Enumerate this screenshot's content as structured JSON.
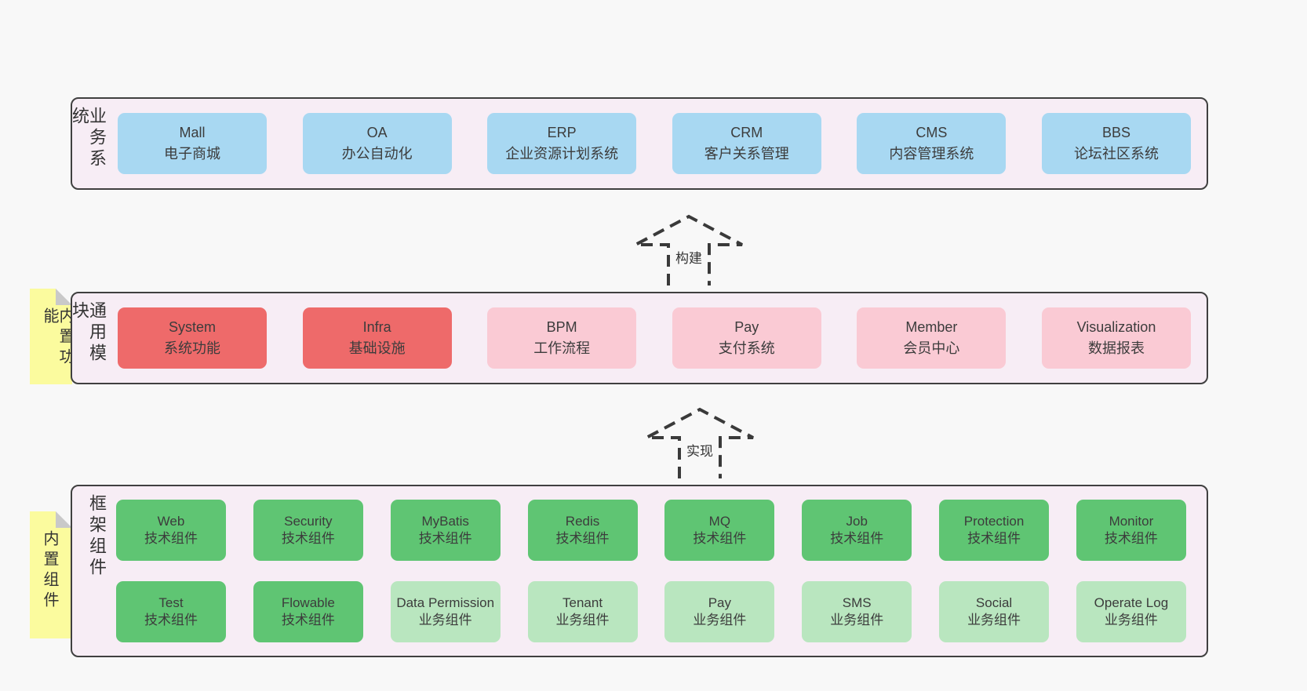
{
  "colors": {
    "page_bg": "#f8f8f8",
    "band_bg": "#f7edf5",
    "band_border": "#404040",
    "text": "#3c3c3c",
    "blue": "#a8d8f2",
    "red": "#ee6a6a",
    "pink": "#facad4",
    "green_dark": "#5fc573",
    "green_light": "#b9e6bf",
    "sticky_yellow": "#fbfb9e",
    "sticky_fold": "#c9c9c9",
    "arrow_stroke": "#3a3a3a"
  },
  "arrows": {
    "build": "构建",
    "implement": "实现"
  },
  "bands": {
    "business": {
      "label": "业务系统",
      "boxes": [
        {
          "name": "Mall",
          "desc": "电子商城"
        },
        {
          "name": "OA",
          "desc": "办公自动化"
        },
        {
          "name": "ERP",
          "desc": "企业资源计划系统"
        },
        {
          "name": "CRM",
          "desc": "客户关系管理"
        },
        {
          "name": "CMS",
          "desc": "内容管理系统"
        },
        {
          "name": "BBS",
          "desc": "论坛社区系统"
        }
      ]
    },
    "modules": {
      "label": "通用模块",
      "sticky": "内置功能",
      "boxes": [
        {
          "name": "System",
          "desc": "系统功能",
          "type": "red"
        },
        {
          "name": "Infra",
          "desc": "基础设施",
          "type": "red"
        },
        {
          "name": "BPM",
          "desc": "工作流程",
          "type": "pink"
        },
        {
          "name": "Pay",
          "desc": "支付系统",
          "type": "pink"
        },
        {
          "name": "Member",
          "desc": "会员中心",
          "type": "pink"
        },
        {
          "name": "Visualization",
          "desc": "数据报表",
          "type": "pink"
        }
      ]
    },
    "components": {
      "label": "框架组件",
      "sticky": "内置组件",
      "row1": [
        {
          "name": "Web",
          "desc": "技术组件",
          "type": "green_dark"
        },
        {
          "name": "Security",
          "desc": "技术组件",
          "type": "green_dark"
        },
        {
          "name": "MyBatis",
          "desc": "技术组件",
          "type": "green_dark"
        },
        {
          "name": "Redis",
          "desc": "技术组件",
          "type": "green_dark"
        },
        {
          "name": "MQ",
          "desc": "技术组件",
          "type": "green_dark"
        },
        {
          "name": "Job",
          "desc": "技术组件",
          "type": "green_dark"
        },
        {
          "name": "Protection",
          "desc": "技术组件",
          "type": "green_dark"
        },
        {
          "name": "Monitor",
          "desc": "技术组件",
          "type": "green_dark"
        }
      ],
      "row2": [
        {
          "name": "Test",
          "desc": "技术组件",
          "type": "green_dark"
        },
        {
          "name": "Flowable",
          "desc": "技术组件",
          "type": "green_dark"
        },
        {
          "name": "Data Permission",
          "desc": "业务组件",
          "type": "green_light"
        },
        {
          "name": "Tenant",
          "desc": "业务组件",
          "type": "green_light"
        },
        {
          "name": "Pay",
          "desc": "业务组件",
          "type": "green_light"
        },
        {
          "name": "SMS",
          "desc": "业务组件",
          "type": "green_light"
        },
        {
          "name": "Social",
          "desc": "业务组件",
          "type": "green_light"
        },
        {
          "name": "Operate Log",
          "desc": "业务组件",
          "type": "green_light"
        }
      ]
    }
  }
}
